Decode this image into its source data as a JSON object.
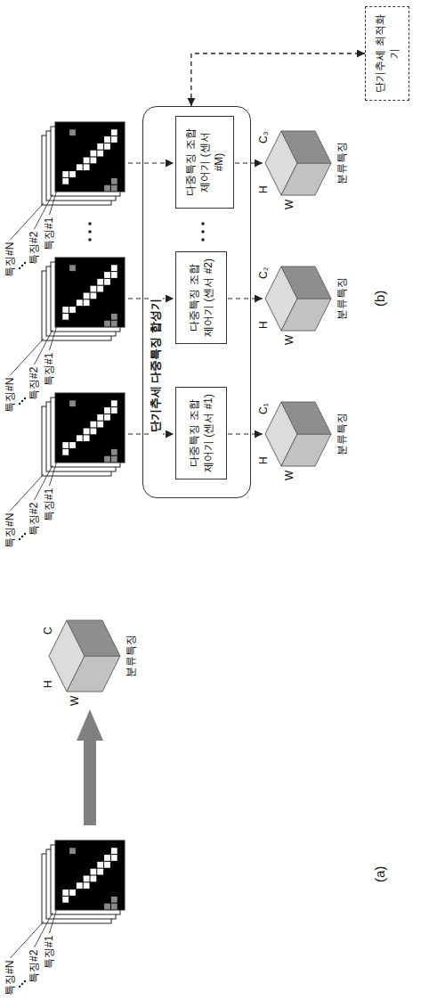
{
  "diagram": {
    "nodes": [
      {
        "text": [
          "단기추세 다중특징 합성기"
        ]
      },
      {
        "text": [
          "다중특징 조합 제어기 (센서 #1)"
        ],
        "in": 0
      },
      {
        "text": [
          "다중특징 조합 제어기 (센서 #2)"
        ],
        "in": 0
      },
      {
        "text": [
          "다중특징 조합 제어기 (센서 #M)"
        ],
        "in": 0
      },
      {
        "text": [
          "단기추세 최적화기"
        ]
      }
    ],
    "edges": [
      {
        "from": 0,
        "to": 4,
        "arrow": "both"
      }
    ],
    "labels": [
      "특징#1",
      "특징#2",
      "특징#N",
      "W",
      "H",
      "C",
      "분류특징",
      "(a)",
      "특징#1",
      "특징#2",
      "특징#N",
      "W",
      "H",
      "C₁",
      "분류특징",
      "특징#1",
      "특징#2",
      "특징#N",
      "W",
      "H",
      "C₂",
      "분류특징",
      "특징#1",
      "특징#2",
      "특징#N",
      "W",
      "H",
      "C₃",
      "분류특징",
      "(b)"
    ]
  }
}
